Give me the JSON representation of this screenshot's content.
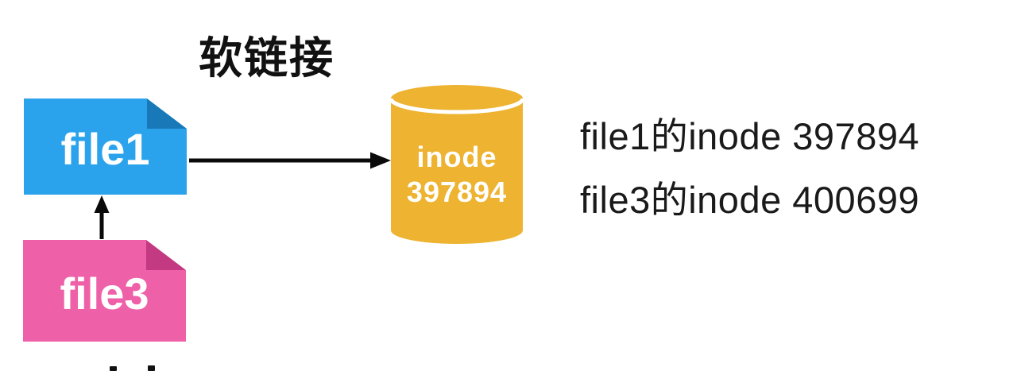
{
  "title": "软链接",
  "nodes": {
    "file1": {
      "label": "file1"
    },
    "file3": {
      "label": "file3"
    },
    "inode": {
      "name": "inode",
      "number": "397894"
    }
  },
  "annotations": {
    "line1": "file1的inode 397894",
    "line2": "file3的inode 400699"
  },
  "icons": {
    "file1": "file-page-folded-corner",
    "file3": "file-page-folded-corner",
    "inode": "database-cylinder",
    "file1_to_inode": "arrow-right",
    "file3_to_file1": "arrow-up"
  },
  "colors": {
    "file1_fill": "#2AA3EC",
    "file1_fold": "#1878B8",
    "file3_fill": "#EE61A8",
    "file3_fold": "#C33A82",
    "inode_fill": "#EDB331",
    "seam": "#ffffff",
    "arrow": "#0a0a0a",
    "text": "#1a1a1a"
  }
}
